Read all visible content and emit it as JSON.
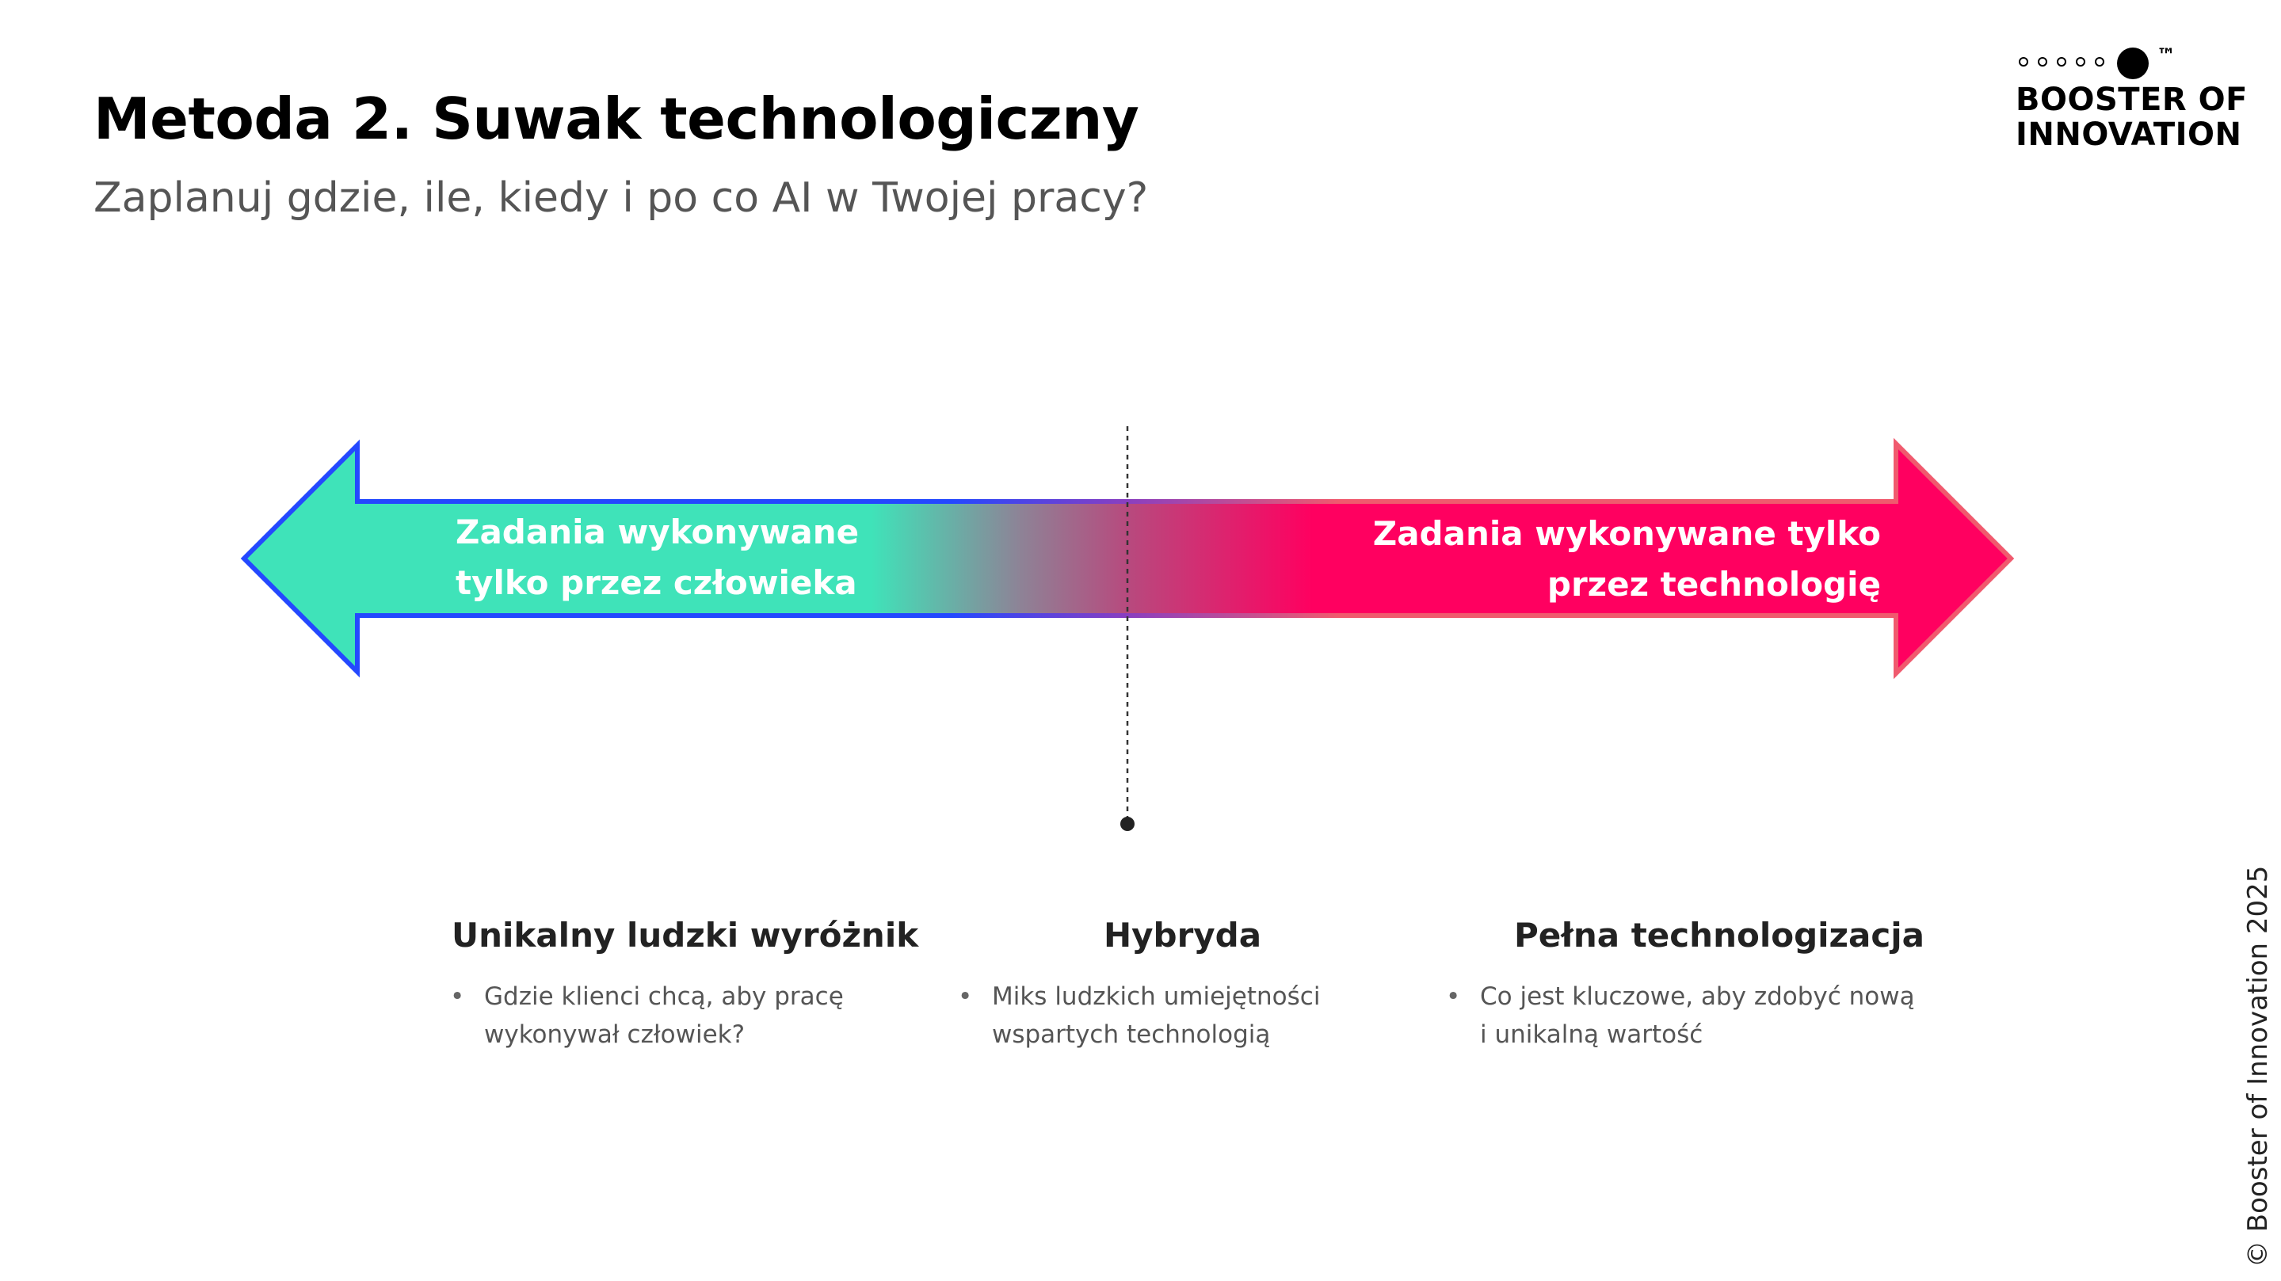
{
  "header": {
    "title": "Metoda 2. Suwak technologiczny",
    "subtitle": "Zaplanuj gdzie, ile, kiedy i po co AI w Twojej pracy?"
  },
  "logo": {
    "tm": "™",
    "line1": "BOOSTER OF",
    "line2": "INNOVATION"
  },
  "slider": {
    "left_label_line1": "Zadania wykonywane",
    "left_label_line2": "tylko przez człowieka",
    "right_label_line1": "Zadania wykonywane tylko",
    "right_label_line2": "przez technologię",
    "colors": {
      "human": "#3fe3b9",
      "technology": "#ff0060",
      "left_border": "#2448ff",
      "right_border": "#f05a6e"
    }
  },
  "columns": [
    {
      "heading": "Unikalny ludzki wyróżnik",
      "bullet_line1": "Gdzie klienci chcą, aby pracę",
      "bullet_line2": "wykonywał człowiek?"
    },
    {
      "heading": "Hybryda",
      "bullet_line1": "Miks ludzkich umiejętności",
      "bullet_line2": "wspartych technologią"
    },
    {
      "heading": "Pełna technologizacja",
      "bullet_line1": "Co jest kluczowe, aby zdobyć nową",
      "bullet_line2": "i unikalną wartość"
    }
  ],
  "footer": {
    "copyright": "© Booster of Innovation 2025"
  }
}
